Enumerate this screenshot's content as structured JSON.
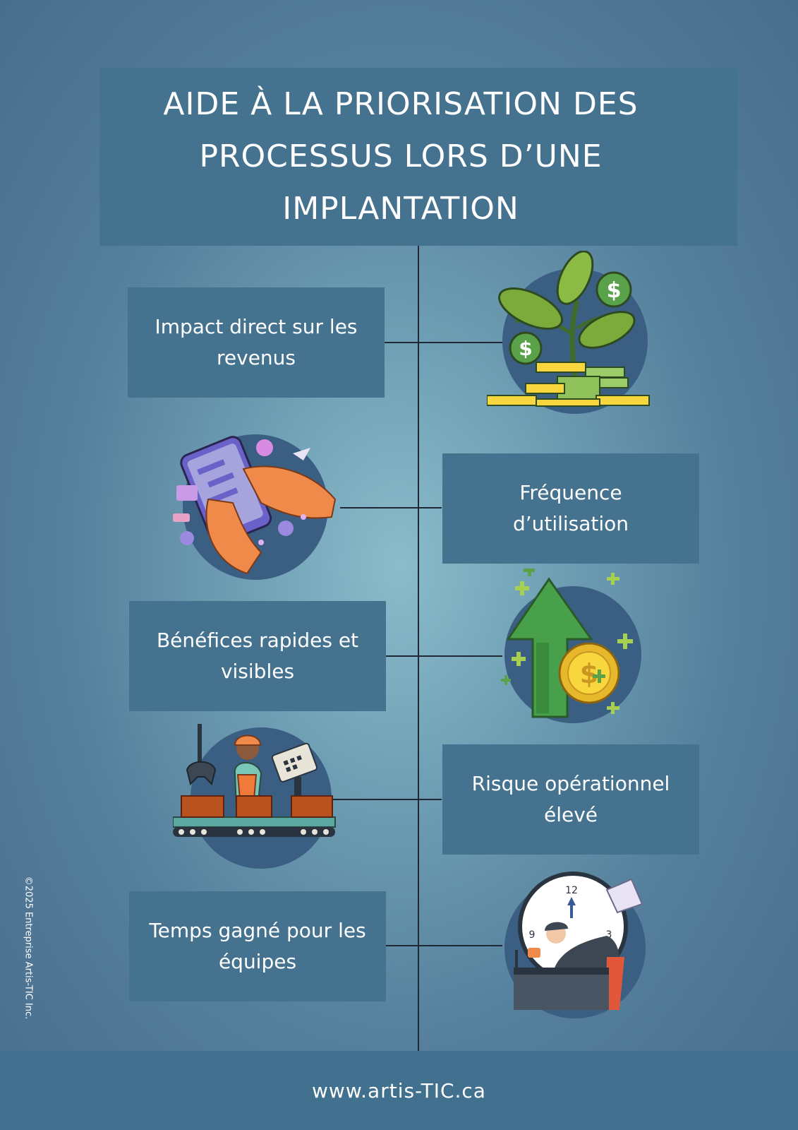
{
  "title": "AIDE À LA PRIORISATION DES PROCESSUS LORS D’UNE IMPLANTATION",
  "criteria": [
    {
      "label": "Impact direct sur les revenus",
      "icon": "money-plant-icon"
    },
    {
      "label": "Fréquence d’utilisation",
      "icon": "phone-in-hands-icon"
    },
    {
      "label": "Bénéfices rapides et visibles",
      "icon": "growth-arrow-coin-icon"
    },
    {
      "label": "Risque opérationnel élevé",
      "icon": "factory-worker-icon"
    },
    {
      "label": "Temps gagné pour les équipes",
      "icon": "busy-office-worker-clock-icon"
    }
  ],
  "clock_numbers": [
    "12",
    "9",
    "3"
  ],
  "footer": {
    "website": "www.artis-TIC.ca"
  },
  "copyright": "©2025 Entreprise Artis-TIC Inc.",
  "colors": {
    "panel": "#44728f",
    "footer": "#41718f",
    "connector": "#1f2836",
    "background_center": "#8bbccb",
    "background_edge": "#486e8d"
  }
}
